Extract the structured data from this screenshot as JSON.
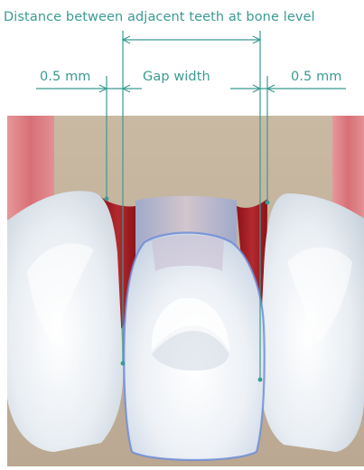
{
  "labels": {
    "title": "Distance between adjacent teeth at bone level",
    "gap_width": "Gap width",
    "left_margin": "0.5 mm",
    "right_margin": "0.5 mm"
  },
  "colors": {
    "annotation": "#3a9b92",
    "gingiva": "#d97a7f",
    "bone": "#c5b49e",
    "papilla_tissue": "#a81d26",
    "tooth_enamel": "#e6ecf2",
    "implant_crown_outline": "#6a8ad8",
    "abutment": "#b9a2b4"
  }
}
